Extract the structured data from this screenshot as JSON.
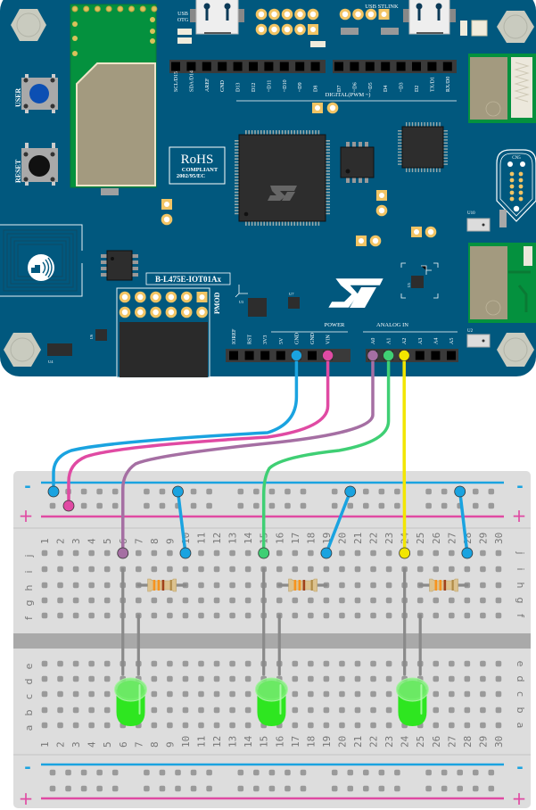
{
  "board": {
    "model_label": "B-L475E-IOT01Ax",
    "rohs": {
      "title": "RoHS",
      "subtitle": "COMPLIANT",
      "code": "2002/95/EC"
    },
    "usb_otg_label": "USB OTG",
    "usb_otg_line1": "USB",
    "usb_otg_line2": "OTG",
    "usb_stlink_label": "USB STLINK",
    "button_user_label": "USER",
    "button_reset_label": "RESET",
    "pmod_label": "PMOD",
    "digital_header_caption": "DIGITAL(PWM ~)",
    "digital_pins": [
      "SCL/D15",
      "SDA/D14",
      "AREF",
      "GND",
      "D13",
      "D12",
      "~D11",
      "~D10",
      "~D9",
      "D8",
      "D7",
      "~D6",
      "~D5",
      "D4",
      "~D3",
      "D2",
      "TX/D1",
      "RX/D0"
    ],
    "power_caption": "POWER",
    "power_pins": [
      "IOREF",
      "RST",
      "3V3",
      "5V",
      "GND",
      "GND",
      "VIN"
    ],
    "analog_caption": "ANALOG IN",
    "analog_pins": [
      "A0",
      "A1",
      "A2",
      "A3",
      "A4",
      "A5"
    ],
    "component_labels": {
      "u2": "U2",
      "u3": "U3",
      "u4": "U4",
      "u5": "U5",
      "u6": "U6",
      "u7": "U7",
      "u10": "U10",
      "cn5": "CN5"
    },
    "colors": {
      "pcb": "#01587e",
      "module_green": "#04913e",
      "pad_gold": "#f2c464"
    }
  },
  "wires": [
    {
      "name": "gnd-wire",
      "from": "GND",
      "to": "top-rail-minus col 1",
      "color": "#1aa3e0"
    },
    {
      "name": "vin-wire",
      "from": "VIN",
      "to": "top-rail-plus col 2",
      "color": "#e04aa3"
    },
    {
      "name": "a0-wire",
      "from": "A0",
      "to": "j6",
      "color": "#a56fa3"
    },
    {
      "name": "a1-wire",
      "from": "A1",
      "to": "j15",
      "color": "#3fcf74"
    },
    {
      "name": "a2-wire",
      "from": "A2",
      "to": "j24",
      "color": "#f2e600"
    },
    {
      "name": "jumper-1",
      "from": "top-rail-minus",
      "to": "j10",
      "color": "#1aa3e0"
    },
    {
      "name": "jumper-2",
      "from": "top-rail-minus",
      "to": "j19",
      "color": "#1aa3e0"
    },
    {
      "name": "jumper-3",
      "from": "top-rail-minus",
      "to": "j28",
      "color": "#1aa3e0"
    }
  ],
  "breadboard": {
    "columns": [
      "1",
      "2",
      "3",
      "4",
      "5",
      "6",
      "7",
      "8",
      "9",
      "10",
      "11",
      "12",
      "13",
      "14",
      "15",
      "16",
      "17",
      "18",
      "19",
      "20",
      "21",
      "22",
      "23",
      "24",
      "25",
      "26",
      "27",
      "28",
      "29",
      "30"
    ],
    "rows_top": [
      "j",
      "i",
      "h",
      "g",
      "f"
    ],
    "rows_bottom": [
      "e",
      "d",
      "c",
      "b",
      "a"
    ],
    "rail_minus_symbol": "-",
    "rail_plus_symbol": "+",
    "colors": {
      "rail_minus": "#1aa3e0",
      "rail_plus": "#e04aa3",
      "body": "#dddddd",
      "hole": "#9a9a9a"
    }
  },
  "components": {
    "resistors": [
      {
        "name": "resistor-1",
        "from": "h7",
        "to": "h10",
        "bands": [
          "#f7931e",
          "#f7931e",
          "#a0411b"
        ]
      },
      {
        "name": "resistor-2",
        "from": "h16",
        "to": "h19",
        "bands": [
          "#f7931e",
          "#f7931e",
          "#a0411b"
        ]
      },
      {
        "name": "resistor-3",
        "from": "h25",
        "to": "h28",
        "bands": [
          "#f7931e",
          "#f7931e",
          "#a0411b"
        ]
      }
    ],
    "leds": [
      {
        "name": "led-1",
        "legs": [
          "i6",
          "f7"
        ],
        "color": "#2ee620"
      },
      {
        "name": "led-2",
        "legs": [
          "i15",
          "f16"
        ],
        "color": "#2ee620"
      },
      {
        "name": "led-3",
        "legs": [
          "i24",
          "f25"
        ],
        "color": "#2ee620"
      }
    ]
  }
}
